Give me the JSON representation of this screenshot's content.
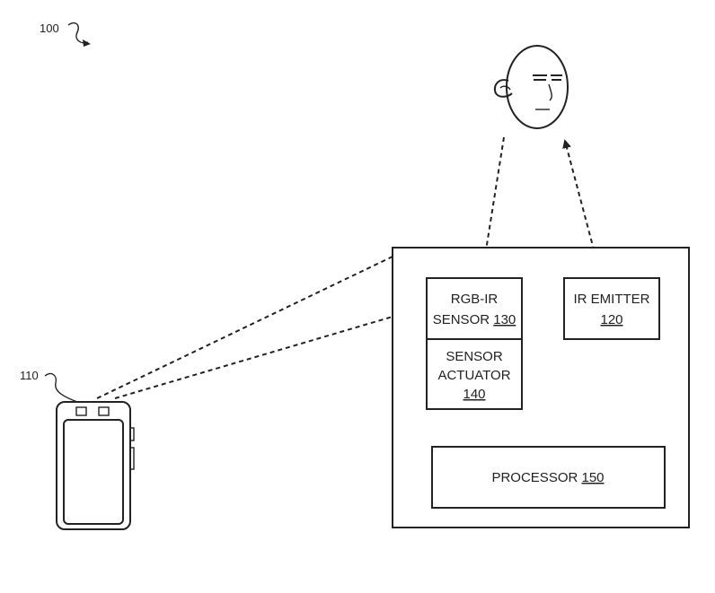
{
  "figure": {
    "ref_system": "100",
    "ref_phone": "110"
  },
  "blocks": {
    "rgb_ir_sensor": {
      "line1": "RGB-IR",
      "line2": "SENSOR",
      "num": "130"
    },
    "sensor_actuator": {
      "line1": "SENSOR",
      "line2": "ACTUATOR",
      "num": "140"
    },
    "ir_emitter": {
      "line1": "IR EMITTER",
      "num": "120"
    },
    "processor": {
      "label": "PROCESSOR",
      "num": "150"
    }
  }
}
